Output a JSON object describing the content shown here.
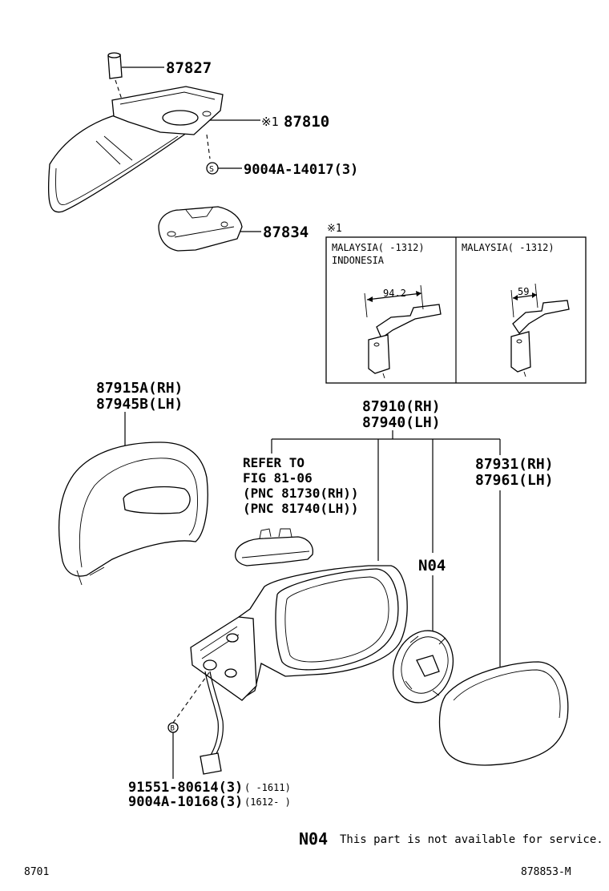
{
  "labels": {
    "p87827": "87827",
    "p87810": "87810",
    "p87810_mark": "※1",
    "p9004A_14017": "9004A-14017(3)",
    "s_mark": "S",
    "p87834": "87834",
    "inset_mark": "※1",
    "p87915A": "87915A(RH)",
    "p87945B": "87945B(LH)",
    "p87910": "87910(RH)",
    "p87940": "87940(LH)",
    "p87931": "87931(RH)",
    "p87961": "87961(LH)",
    "refer_1": "REFER TO",
    "refer_2": "FIG 81-06",
    "refer_3": "(PNC 81730(RH))",
    "refer_4": "(PNC 81740(LH))",
    "n04_callout": "N04",
    "p91551": "91551-80614(3)",
    "p91551_range": "(  -1611)",
    "p9004A_10168": "9004A-10168(3)",
    "p9004A_10168_range": "(1612-  )",
    "b_mark": "B"
  },
  "inset": {
    "left_line1": "MALAYSIA(    -1312)",
    "left_line2": "INDONESIA",
    "left_dim": "94.2",
    "right_line1": "MALAYSIA(    -1312)",
    "right_dim": "59"
  },
  "legend": {
    "code": "N04",
    "text": "This part is not available for service."
  },
  "footer": {
    "left": "8701",
    "right": "878853-M"
  }
}
